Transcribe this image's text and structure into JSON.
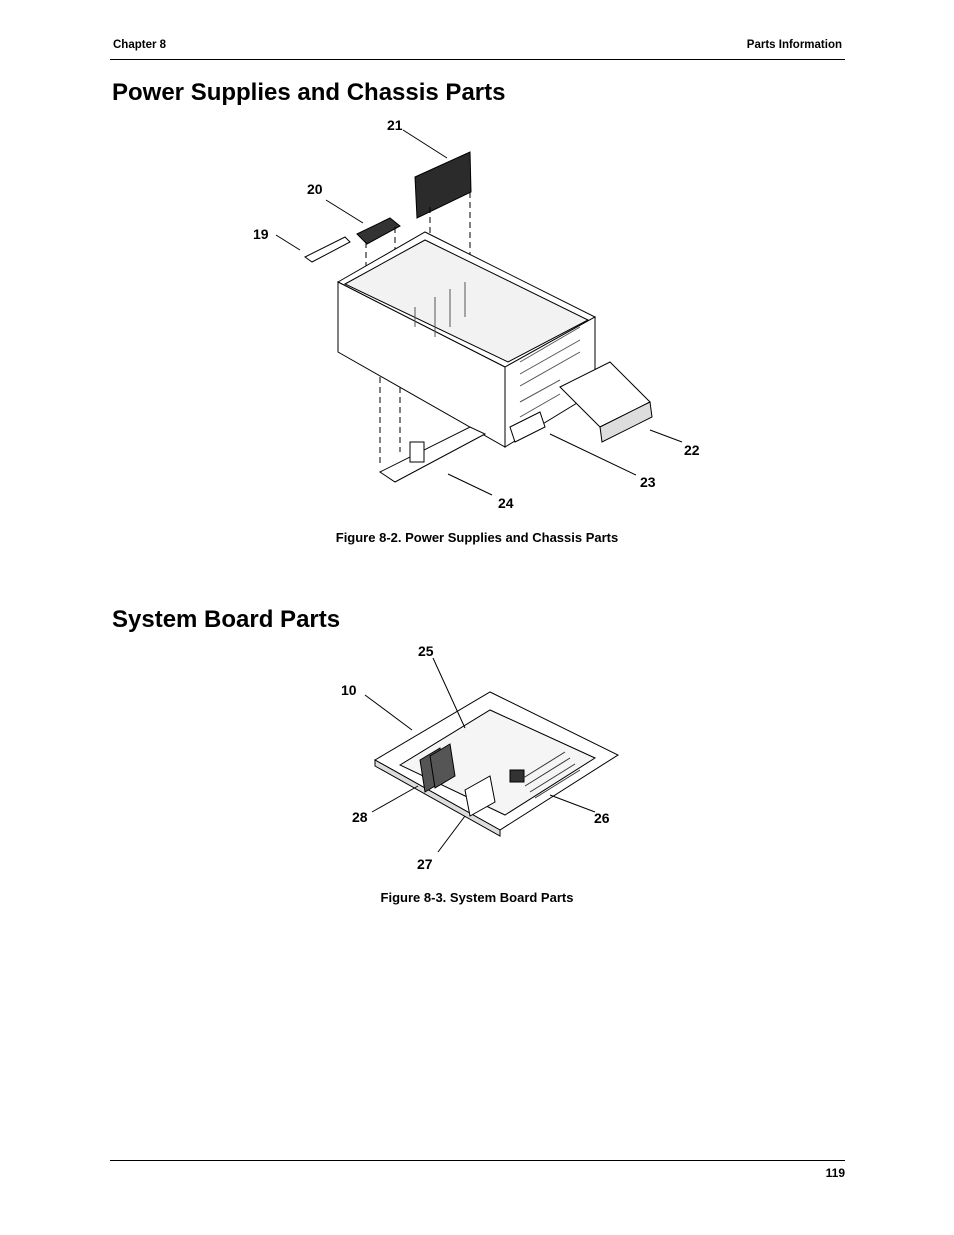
{
  "header": {
    "left": "Chapter 8",
    "right": "Parts Information"
  },
  "sections": [
    {
      "title": "Power Supplies and Chassis Parts",
      "figure_caption": "Figure 8-2.  Power Supplies and Chassis Parts",
      "callouts": [
        "21",
        "20",
        "19",
        "22",
        "23",
        "24"
      ]
    },
    {
      "title": "System Board Parts",
      "figure_caption": "Figure 8-3.  System Board Parts",
      "callouts": [
        "25",
        "10",
        "28",
        "26",
        "27"
      ]
    }
  ],
  "footer": {
    "page_number": "119"
  }
}
